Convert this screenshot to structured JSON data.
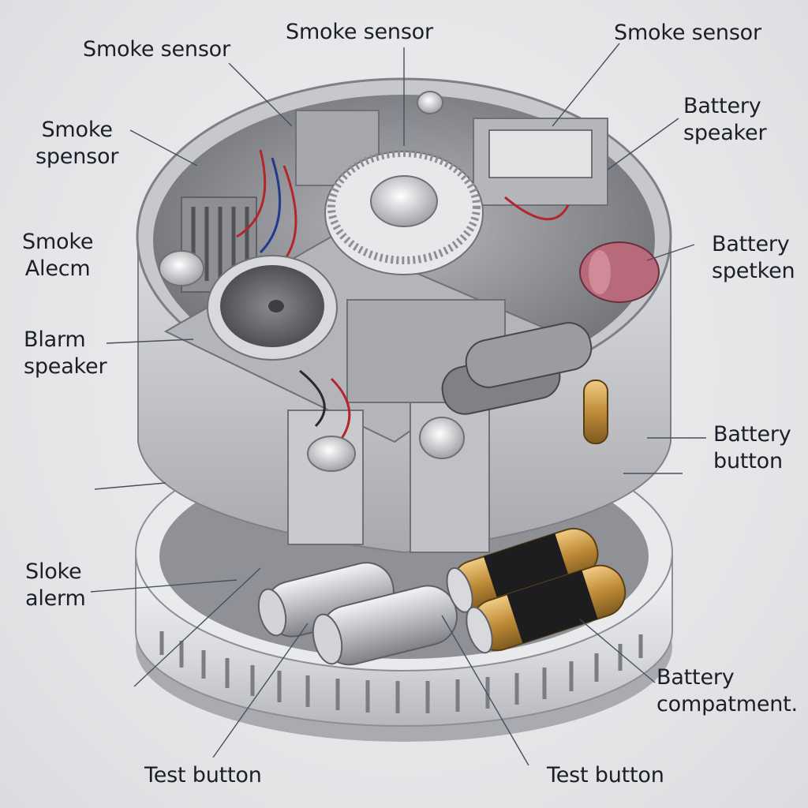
{
  "labels": {
    "smoke_sensor_top_left": "Smoke sensor",
    "smoke_sensor_top_center": "Smoke sensor",
    "smoke_sensor_top_right": "Smoke sensor",
    "smoke_spensor_left": "Smoke\nspensor",
    "battery_speaker_right": "Battery\nspeaker",
    "smoke_alecm_left": "Smoke\nAlecm",
    "battery_spetken_right": "Battery\nspetken",
    "blarm_speaker_left": "Blarm\nspeaker",
    "battery_button_right": "Battery\nbutton",
    "sloke_alerm_left": "Sloke\nalerm",
    "battery_compartment_right": "Battery\ncompatment.",
    "test_button_bottom_left": "Test button",
    "test_button_bottom_right": "Test button"
  },
  "colors": {
    "housing": "#c9cace",
    "housing_dark": "#8e9096",
    "battery_gold": "#c9943f",
    "battery_black": "#1d1d20",
    "wire_red": "#b3262a",
    "speaker_mesh": "#6d6e73",
    "leader_line": "#4a4f5c"
  }
}
